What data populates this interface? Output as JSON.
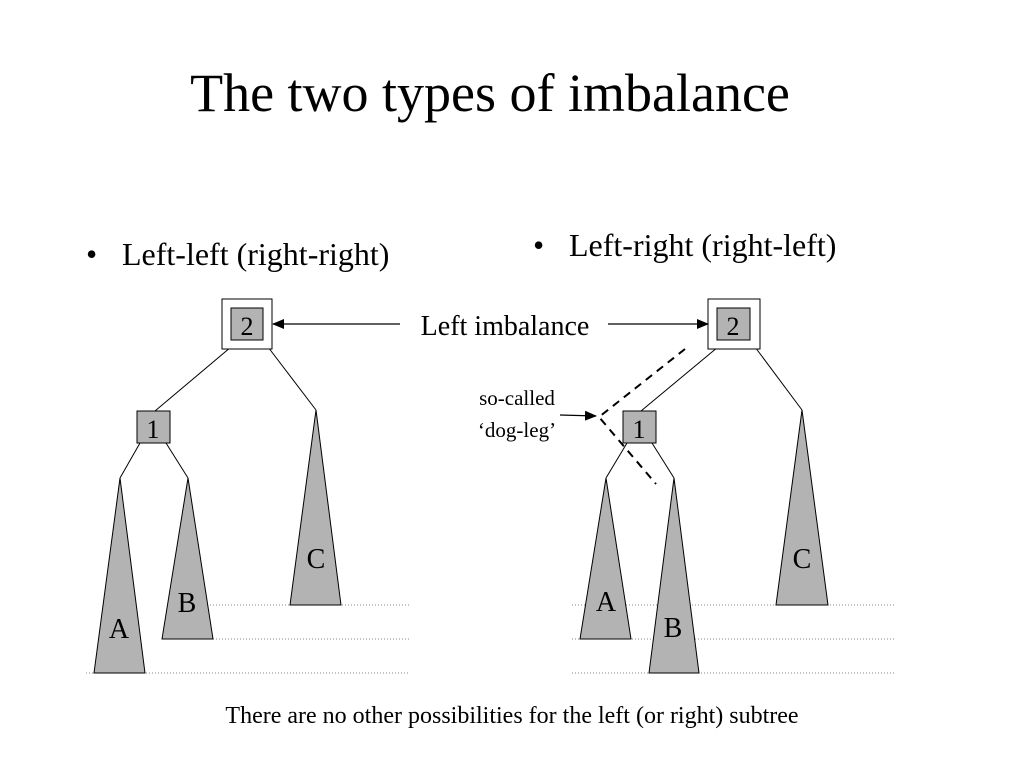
{
  "title": "The two types of imbalance",
  "bullets": {
    "left": "Left-left (right-right)",
    "right": "Left-right (right-left)",
    "marker": "•"
  },
  "diagram": {
    "center_label": "Left imbalance",
    "dogleg_label_line1": "so-called",
    "dogleg_label_line2": "‘dog-leg’",
    "left_tree": {
      "root": "2",
      "child": "1",
      "subtrees": {
        "a": "A",
        "b": "B",
        "c": "C"
      }
    },
    "right_tree": {
      "root": "2",
      "child": "1",
      "subtrees": {
        "a": "A",
        "b": "B",
        "c": "C"
      }
    },
    "colors": {
      "fill": "#b3b3b3",
      "stroke": "#000000",
      "guide": "#888888"
    }
  },
  "footer": "There are no other possibilities for the left (or right) subtree"
}
